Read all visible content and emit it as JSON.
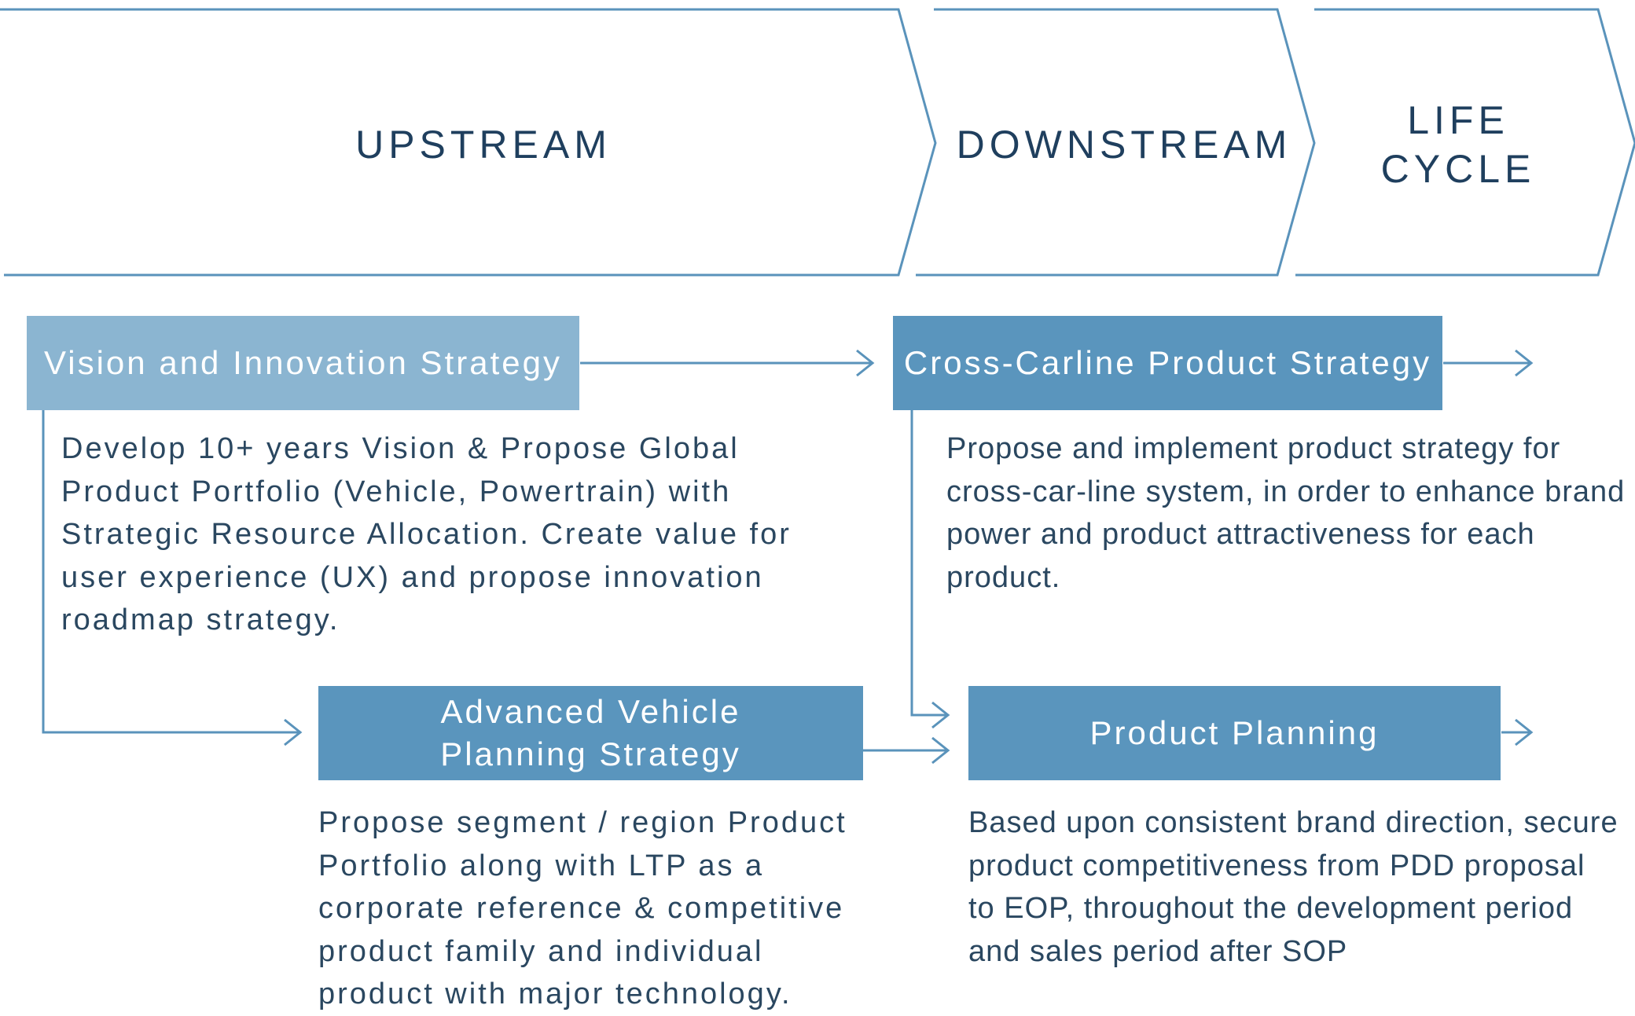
{
  "phases": {
    "upstream": "UPSTREAM",
    "downstream": "DOWNSTREAM",
    "life_cycle_line1": "LIFE",
    "life_cycle_line2": "CYCLE"
  },
  "nodes": {
    "vision": {
      "title": "Vision and Innovation Strategy",
      "description": [
        "Develop 10+ years Vision & Propose Global",
        "Product Portfolio (Vehicle, Powertrain) with",
        "Strategic Resource Allocation. Create value for",
        "user experience (UX) and propose innovation",
        "roadmap strategy."
      ]
    },
    "cross_carline": {
      "title": "Cross-Carline Product Strategy",
      "description": [
        "Propose and implement product strategy for",
        "cross-car-line system, in order to enhance brand",
        "power and product attractiveness for each",
        "product."
      ]
    },
    "advanced_vehicle": {
      "title_line1": "Advanced Vehicle",
      "title_line2": "Planning Strategy",
      "description": [
        "Propose segment / region Product",
        "Portfolio along with LTP as a",
        "corporate reference & competitive",
        "product family and individual",
        "product with major technology."
      ]
    },
    "product_planning": {
      "title": "Product Planning",
      "description": [
        "Based upon consistent brand direction, secure",
        "product competitiveness from PDD proposal",
        "to EOP, throughout the development period",
        "and sales period after SOP"
      ]
    }
  },
  "colors": {
    "line": "#5a93bb",
    "box_light": "#8bb5d1",
    "box_dark": "#5a95bd",
    "heading_text": "#1f3f5e",
    "body_text": "#2a4760"
  }
}
